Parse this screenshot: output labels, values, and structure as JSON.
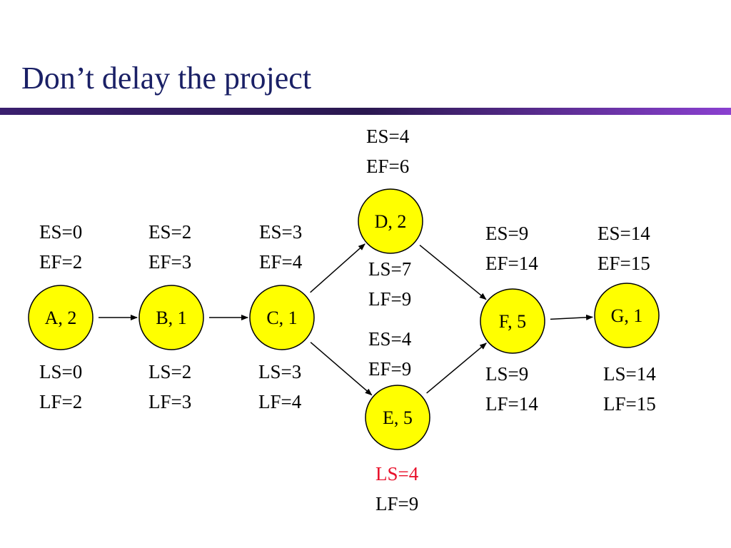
{
  "title": "Don’t delay the project",
  "colors": {
    "title": "#1a2066",
    "node_fill": "#ffff00",
    "highlight_text": "#e8102a",
    "bar_start": "#3a1f6e",
    "bar_end": "#8a40d0"
  },
  "nodes": [
    {
      "id": "A",
      "label": "A, 2",
      "es": "ES=0",
      "ef": "EF=2",
      "ls": "LS=0",
      "lf": "LF=2"
    },
    {
      "id": "B",
      "label": "B, 1",
      "es": "ES=2",
      "ef": "EF=3",
      "ls": "LS=2",
      "lf": "LF=3"
    },
    {
      "id": "C",
      "label": "C, 1",
      "es": "ES=3",
      "ef": "EF=4",
      "ls": "LS=3",
      "lf": "LF=4"
    },
    {
      "id": "D",
      "label": "D, 2",
      "es": "ES=4",
      "ef": "EF=6",
      "ls": "LS=7",
      "lf": "LF=9"
    },
    {
      "id": "E",
      "label": "E, 5",
      "es": "ES=4",
      "ef": "EF=9",
      "ls": "LS=4",
      "lf": "LF=9",
      "ls_highlighted": true
    },
    {
      "id": "F",
      "label": "F, 5",
      "es": "ES=9",
      "ef": "EF=14",
      "ls": "LS=9",
      "lf": "LF=14"
    },
    {
      "id": "G",
      "label": "G, 1",
      "es": "ES=14",
      "ef": "EF=15",
      "ls": "LS=14",
      "lf": "LF=15"
    }
  ],
  "edges": [
    {
      "from": "A",
      "to": "B"
    },
    {
      "from": "B",
      "to": "C"
    },
    {
      "from": "C",
      "to": "D"
    },
    {
      "from": "C",
      "to": "E"
    },
    {
      "from": "D",
      "to": "F"
    },
    {
      "from": "E",
      "to": "F"
    },
    {
      "from": "F",
      "to": "G"
    }
  ]
}
